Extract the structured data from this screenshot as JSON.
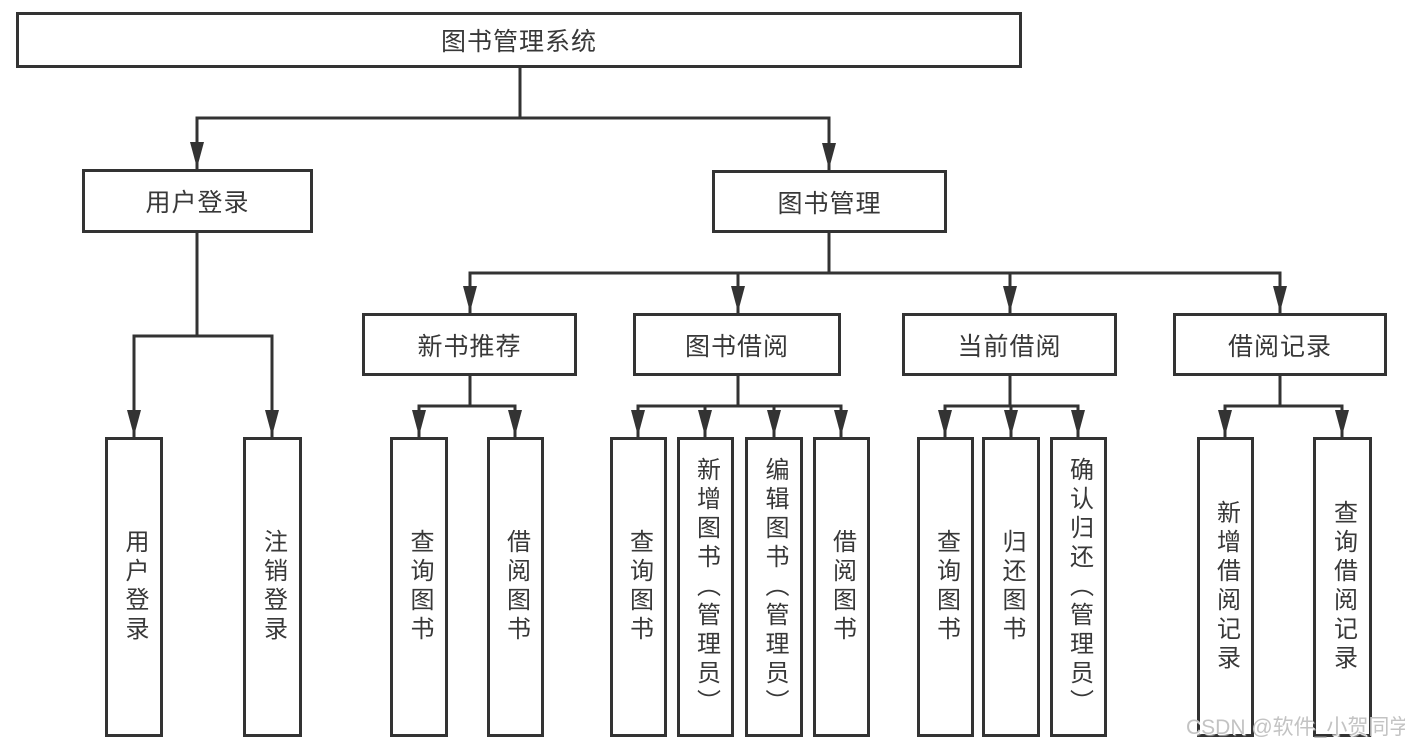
{
  "style": {
    "line_color": "#333333",
    "box_border_color": "#333333",
    "text_color": "#383838",
    "background": "#ffffff",
    "watermark_color": "#c3c3c3"
  },
  "watermark": {
    "text": "CSDN @软件_小贺同学"
  },
  "tree": {
    "root": {
      "label": "图书管理系统"
    },
    "level2": [
      {
        "label": "用户登录"
      },
      {
        "label": "图书管理"
      }
    ],
    "level3": [
      {
        "label": "新书推荐"
      },
      {
        "label": "图书借阅"
      },
      {
        "label": "当前借阅"
      },
      {
        "label": "借阅记录"
      }
    ],
    "leaves": {
      "user_login": [
        {
          "label": "用户登录"
        },
        {
          "label": "注销登录"
        }
      ],
      "new_book": [
        {
          "label": "查询图书"
        },
        {
          "label": "借阅图书"
        }
      ],
      "book_borrow": [
        {
          "label": "查询图书"
        },
        {
          "label": "新增图书（管理员）"
        },
        {
          "label": "编辑图书（管理员）"
        },
        {
          "label": "借阅图书"
        }
      ],
      "current_borrow": [
        {
          "label": "查询图书"
        },
        {
          "label": "归还图书"
        },
        {
          "label": "确认归还（管理员）"
        }
      ],
      "borrow_records": [
        {
          "label": "新增借阅记录"
        },
        {
          "label": "查询借阅记录"
        }
      ]
    }
  }
}
